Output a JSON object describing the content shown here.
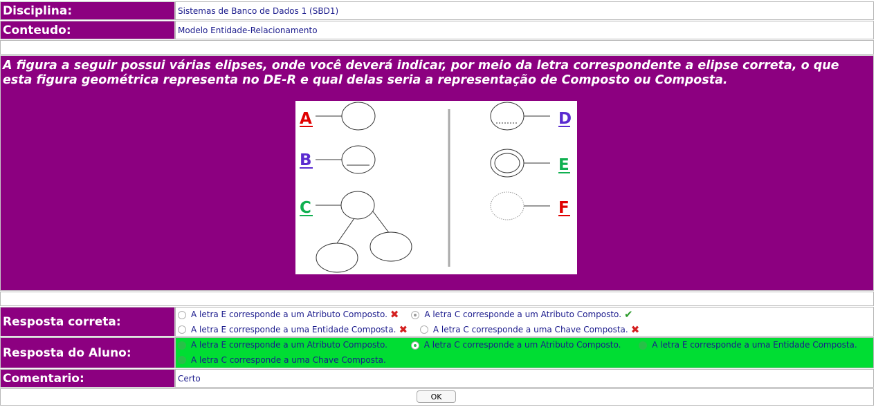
{
  "discipline": {
    "label": "Disciplina:",
    "value": "Sistemas de Banco de Dados 1 (SBD1)"
  },
  "content": {
    "label": "Conteudo:",
    "value": "Modelo Entidade-Relacionamento"
  },
  "question": {
    "text": "A figura a seguir possui várias elipses, onde você deverá indicar, por meio da letra correspondente a elipse correta, o que esta figura geométrica representa no DE-R e qual delas seria a representação de Composto ou Composta.",
    "figure_letters": [
      "A",
      "B",
      "C",
      "D",
      "E",
      "F"
    ],
    "colors": {
      "A": "#e00000",
      "B": "#5a2bd0",
      "C": "#10b050",
      "D": "#5a2bd0",
      "E": "#10b050",
      "F": "#e00000"
    }
  },
  "correct_answer": {
    "label": "Resposta correta:",
    "options": [
      {
        "text": "A letra E corresponde a um Atributo Composto.",
        "mark": "✖"
      },
      {
        "text": "A letra C corresponde a um Atributo Composto.",
        "mark": "✔"
      },
      {
        "text": "A letra E corresponde a uma Entidade Composta.",
        "mark": "✖"
      },
      {
        "text": "A letra C corresponde a uma Chave Composta.",
        "mark": "✖"
      }
    ]
  },
  "student_answer": {
    "label": "Resposta do Aluno:",
    "options": [
      {
        "text": "A letra E corresponde a um Atributo Composto."
      },
      {
        "text": "A letra C corresponde a um Atributo Composto."
      },
      {
        "text": "A letra E corresponde a uma Entidade Composta."
      },
      {
        "text": "A letra C corresponde a uma Chave Composta."
      }
    ]
  },
  "comment": {
    "label": "Comentario:",
    "value": "Certo"
  },
  "ok_button": "OK",
  "colors": {
    "purple": "#8c0080",
    "green": "#00dd33"
  }
}
